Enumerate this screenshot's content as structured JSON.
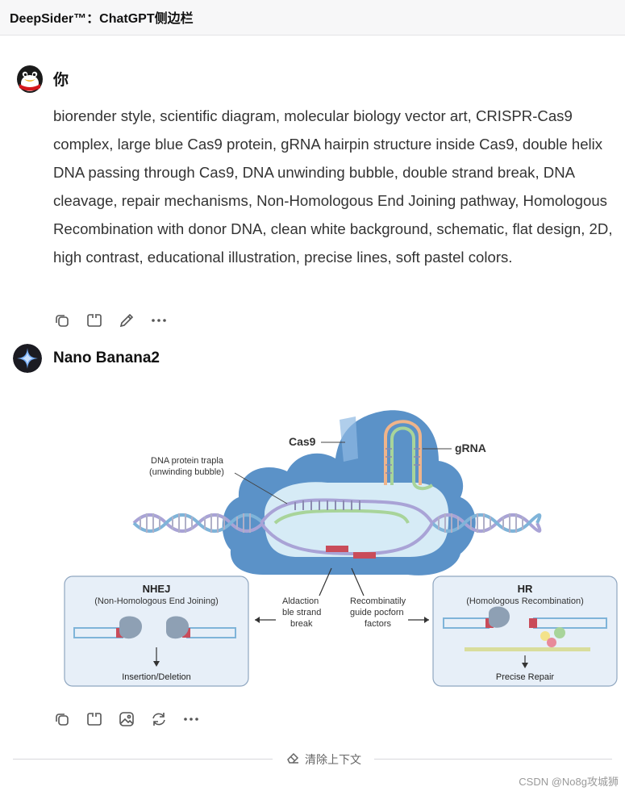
{
  "app": {
    "title": "DeepSider™：ChatGPT侧边栏"
  },
  "user_message": {
    "author": "你",
    "text": "biorender style, scientific diagram, molecular biology vector art, CRISPR-Cas9 complex, large blue Cas9 protein, gRNA hairpin structure inside Cas9, double helix DNA passing through Cas9, DNA unwinding bubble, double strand break, DNA cleavage, repair mechanisms, Non-Homologous End Joining pathway, Homologous Recombination with donor DNA, clean white background, schematic, flat design, 2D, high contrast, educational illustration, precise lines, soft pastel colors.",
    "actions": [
      "copy-icon",
      "quote-icon",
      "edit-icon",
      "more-icon"
    ]
  },
  "bot_message": {
    "author": "Nano Banana2",
    "actions": [
      "copy-icon",
      "quote-icon",
      "image-icon",
      "regenerate-icon",
      "more-icon"
    ]
  },
  "figure": {
    "cas9_label": "Cas9",
    "grna_label": "gRNA",
    "bubble_label_1": "DNA protein trapla",
    "bubble_label_2": "(unwinding bubble)",
    "break_label_1": "Aldaction",
    "break_label_2": "ble strand",
    "break_label_3": "break",
    "factor_label_1": "Recombinatily",
    "factor_label_2": "guide pocforn",
    "factor_label_3": "factors",
    "nhej_title": "NHEJ",
    "nhej_subtitle": "(Non-Homologous End Joining)",
    "nhej_result": "Insertion/Deletion",
    "hr_title": "HR",
    "hr_subtitle": "(Homologous Recombination)",
    "hr_result": "Precise Repair"
  },
  "footer": {
    "clear_context": "清除上下文",
    "watermark": "CSDN @No8g攻城狮"
  },
  "colors": {
    "cas9_blue": "#5b92c8",
    "cas9_inner": "#d6ebf6",
    "dna_purple": "#a9a3d6",
    "dna_blue": "#7fb4d9",
    "grna_green": "#a8d49a",
    "grna_orange": "#f0b48a",
    "panel_bg": "#e7eff8",
    "panel_border": "#8fa6c0"
  }
}
